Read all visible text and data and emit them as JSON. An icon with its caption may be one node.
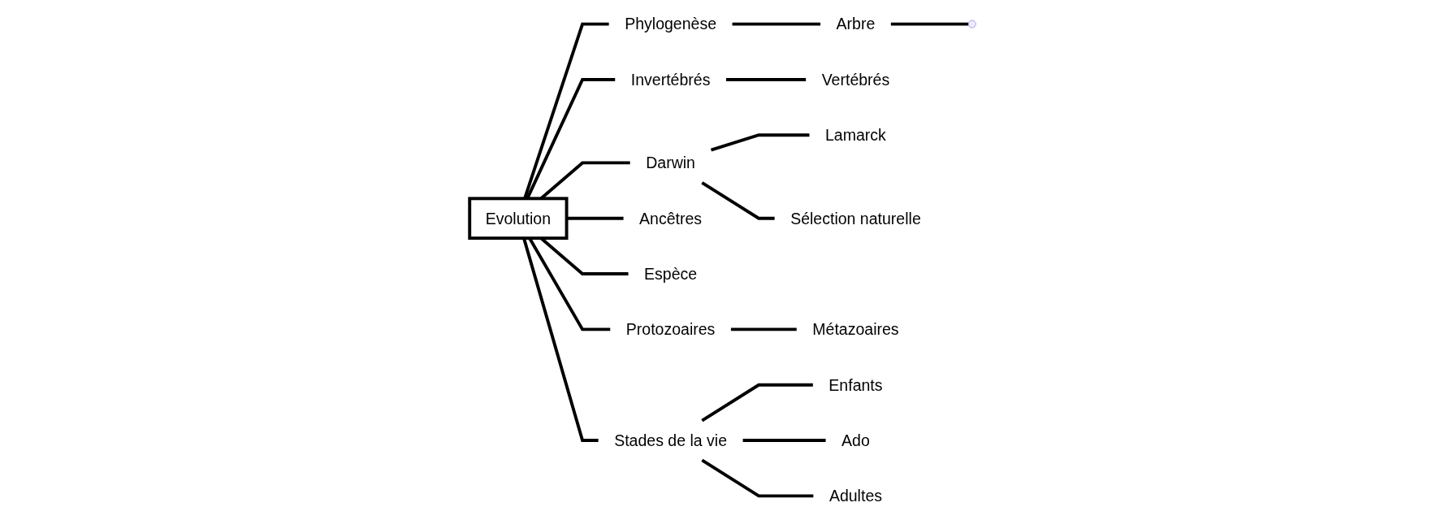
{
  "diagram": {
    "nodes": [
      {
        "text": [
          "Evolution"
        ]
      },
      {
        "text": [
          "Phylogenèse"
        ]
      },
      {
        "text": [
          "Arbre"
        ]
      },
      {
        "text": [
          "Vertébrés"
        ]
      },
      {
        "text": [
          "Invertébrés"
        ]
      },
      {
        "text": [
          "Darwin"
        ]
      },
      {
        "text": [
          "Lamarck"
        ]
      },
      {
        "text": [
          "Sélection naturelle"
        ]
      },
      {
        "text": [
          "Ancêtres"
        ]
      },
      {
        "text": [
          "Espèce"
        ]
      },
      {
        "text": [
          "Protozoaires"
        ]
      },
      {
        "text": [
          "Métazoaires"
        ]
      },
      {
        "text": [
          "Stades de la vie"
        ]
      },
      {
        "text": [
          "Enfants"
        ]
      },
      {
        "text": [
          "Ado"
        ]
      },
      {
        "text": [
          "Adultes"
        ]
      }
    ],
    "edges": [
      {
        "from": 0,
        "to": 1,
        "arrow": "none"
      },
      {
        "from": 1,
        "to": 2,
        "arrow": "none"
      },
      {
        "from": 2,
        "to": null,
        "arrow": "none"
      },
      {
        "from": 0,
        "to": 4,
        "arrow": "none"
      },
      {
        "from": 4,
        "to": 3,
        "arrow": "none"
      },
      {
        "from": 0,
        "to": 5,
        "arrow": "none"
      },
      {
        "from": 5,
        "to": 6,
        "arrow": "none"
      },
      {
        "from": 5,
        "to": 7,
        "arrow": "none"
      },
      {
        "from": 0,
        "to": 8,
        "arrow": "none"
      },
      {
        "from": 0,
        "to": 9,
        "arrow": "none"
      },
      {
        "from": 0,
        "to": 10,
        "arrow": "none"
      },
      {
        "from": 10,
        "to": 11,
        "arrow": "none"
      },
      {
        "from": 0,
        "to": 12,
        "arrow": "none"
      },
      {
        "from": 12,
        "to": 13,
        "arrow": "none"
      },
      {
        "from": 12,
        "to": 14,
        "arrow": "none"
      },
      {
        "from": 12,
        "to": 15,
        "arrow": "none"
      }
    ]
  }
}
